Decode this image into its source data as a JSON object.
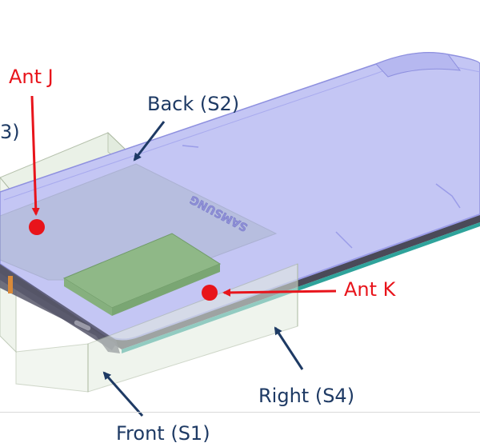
{
  "labels": {
    "ant_j": "Ant J",
    "ant_k": "Ant K",
    "back": "Back (S2)",
    "left_cut": "3)",
    "right": "Right (S4)",
    "front": "Front (S1)"
  },
  "brand_text": "SAMSUNG",
  "colors": {
    "phone_body": "#c4c6f4",
    "phone_edge": "#9a9ce8",
    "region_box": "#e7efe3",
    "region_edge": "#a9b79e",
    "component_block": "#8fb887",
    "feed_point": "#e8141b",
    "label_red": "#e8141b",
    "label_navy": "#1e3a64",
    "trim_teal": "#2fa39b"
  }
}
